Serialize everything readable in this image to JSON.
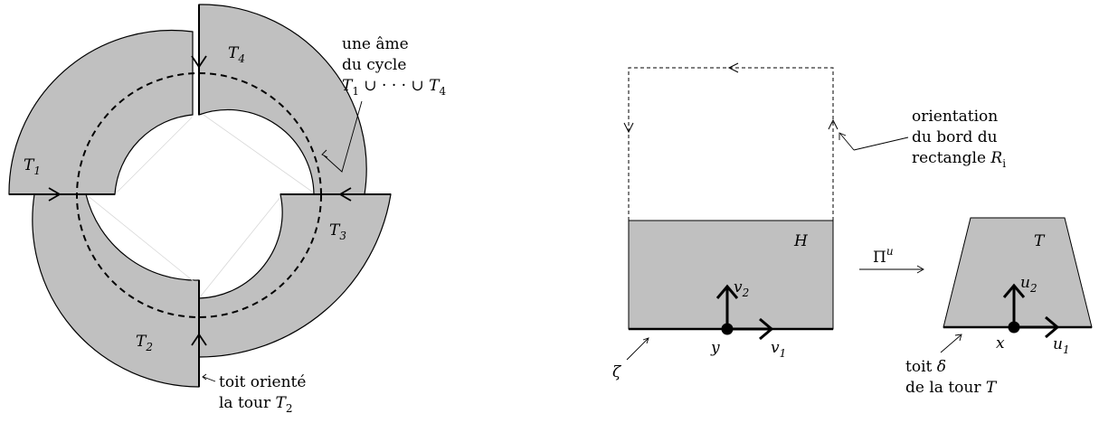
{
  "left_figure": {
    "tiles": [
      {
        "letter": "T",
        "index": "1"
      },
      {
        "letter": "T",
        "index": "2"
      },
      {
        "letter": "T",
        "index": "3"
      },
      {
        "letter": "T",
        "index": "4"
      }
    ],
    "ame_note": {
      "line1": "une âme",
      "line2": "du cycle",
      "line3_prefix": "T",
      "line3_sub1": "1",
      "line3_mid": " ∪ · · · ∪ ",
      "line3_letter2": "T",
      "line3_sub2": "4"
    },
    "toit_note": {
      "line1": "toit orienté",
      "line2_prefix": "la tour ",
      "line2_letter": "T",
      "line2_sub": "2"
    }
  },
  "right_figure": {
    "orientation_note": {
      "line1": "orientation",
      "line2": "du bord du",
      "line3_prefix": "rectangle ",
      "line3_letter": "R",
      "line3_sub": "i"
    },
    "rect_label": "H",
    "map_label": "Π",
    "map_sup": "u",
    "trap_label": "T",
    "v1": {
      "letter": "v",
      "sub": "1"
    },
    "v2": {
      "letter": "v",
      "sub": "2"
    },
    "u1": {
      "letter": "u",
      "sub": "1"
    },
    "u2": {
      "letter": "u",
      "sub": "2"
    },
    "point_y": "y",
    "point_x": "x",
    "zeta": "ζ",
    "toit_note": {
      "line1_prefix": "toit ",
      "line1_letter": "δ",
      "line2_prefix": "de la tour ",
      "line2_letter": "T"
    }
  },
  "colors": {
    "fill": "#c0c0c0",
    "stroke": "#000000"
  }
}
